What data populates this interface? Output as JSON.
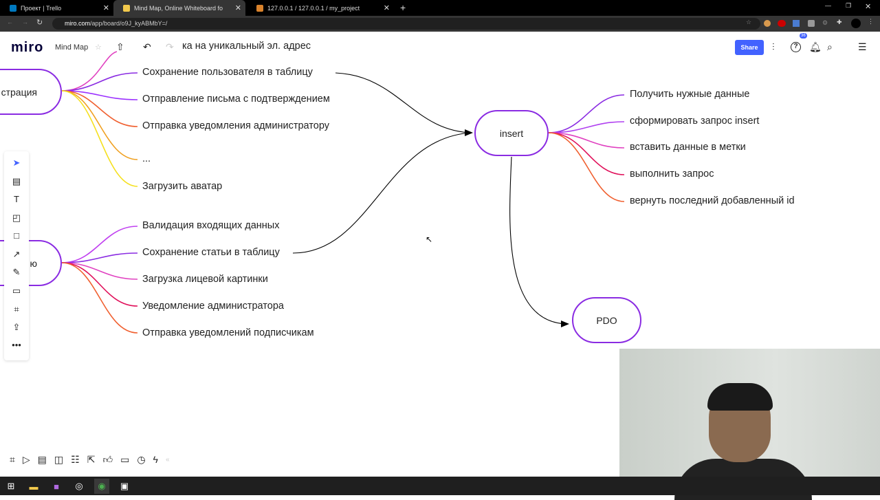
{
  "browser": {
    "tabs": [
      {
        "title": "Проект | Trello"
      },
      {
        "title": "Mind Map, Online Whiteboard fo"
      },
      {
        "title": "127.0.0.1 / 127.0.0.1 / my_project"
      }
    ],
    "url_host": "miro.com",
    "url_path": "/app/board/o9J_kyABMbY=/"
  },
  "miro": {
    "logo": "miro",
    "board_name": "Mind Map",
    "share_label": "Share",
    "help_badge": "36",
    "partial_text": "ка на уникальный эл. адрес"
  },
  "mindmap": {
    "node1": "страция",
    "node1_items": [
      "Сохранение пользователя в таблицу",
      "Отправление письма с подтверждением",
      "Отправка уведомления администратору",
      "...",
      "Загрузить аватар"
    ],
    "node2": "ю",
    "node2_items": [
      "Валидация входящих данных",
      "Сохранение статьи в таблицу",
      "Загрузка лицевой картинки",
      "Уведомление администратора",
      "Отправка уведомлений подписчикам"
    ],
    "insert": "insert",
    "insert_items": [
      "Получить нужные данные",
      "сформировать запрос insert",
      "вставить данные в метки",
      "выполнить запрос",
      "вернуть последний добавленный id"
    ],
    "pdo": "PDO"
  },
  "colors": {
    "accent": "#4262ff",
    "node_border": "#8a2be2"
  }
}
